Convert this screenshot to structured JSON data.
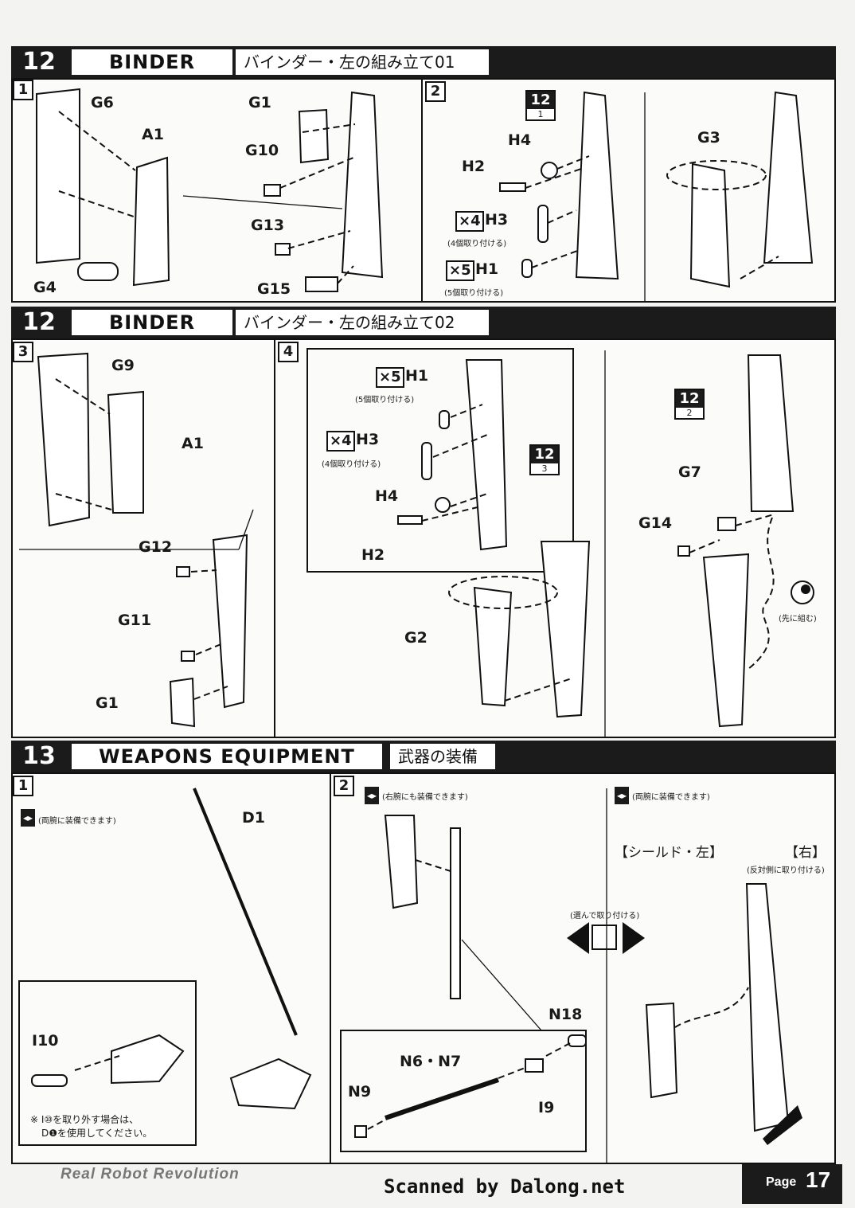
{
  "sections": [
    {
      "num": "12",
      "title_en": "BINDER",
      "title_jp": "バインダー・左の組み立て01"
    },
    {
      "num": "12",
      "title_en": "BINDER",
      "title_jp": "バインダー・左の組み立て02"
    },
    {
      "num": "13",
      "title_en": "WEAPONS EQUIPMENT",
      "title_jp": "武器の装備"
    }
  ],
  "steps": [
    "1",
    "2",
    "3",
    "4",
    "1",
    "2"
  ],
  "parts": {
    "s1": [
      "G6",
      "A1",
      "G4",
      "G1",
      "G10",
      "G13",
      "G15"
    ],
    "s2": [
      "H4",
      "H2",
      "H3",
      "H1",
      "G3"
    ],
    "s3": [
      "G9",
      "A1",
      "G12",
      "G11",
      "G1"
    ],
    "s4": [
      "H1",
      "H3",
      "H4",
      "H2",
      "G2",
      "G7",
      "G14"
    ],
    "s13_1": [
      "D1",
      "I10"
    ],
    "s13_2": [
      "N18",
      "N6・N7",
      "N9",
      "I9"
    ]
  },
  "refs": {
    "r1_top": "12",
    "r1_bot": "1",
    "r2_top": "12",
    "r2_bot": "3",
    "r3_top": "12",
    "r3_bot": "2"
  },
  "multipliers": {
    "x4": "×4",
    "x5": "×5"
  },
  "notes": {
    "four": "(4個取り付ける)",
    "five": "(5個取り付ける)",
    "first": "(先に組む)",
    "both_arms": "(両腕に装備できます)",
    "right_arm": "(右腕にも装備できます)",
    "choose": "(選んで取り付ける)",
    "shield": "【シールド・左】",
    "shield_right": "【右】",
    "opposite": "(反対側に取り付ける)",
    "remove_1": "※ I⑩を取り外す場合は、",
    "remove_2": "D❶を使用してください。"
  },
  "footer": {
    "left": "Real Robot Revolution",
    "center": "Scanned by Dalong.net",
    "page_label": "Page",
    "page_num": "17"
  },
  "colors": {
    "ink": "#111111",
    "paper": "#fbfbfa",
    "header": "#1b1b1b"
  }
}
